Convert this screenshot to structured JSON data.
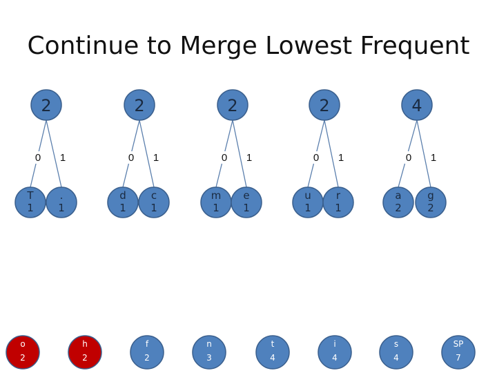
{
  "title": "Continue to Merge Lowest Frequent",
  "colors": {
    "node_fill": "#4f81bd",
    "node_stroke": "#3a5f8d",
    "highlight_fill": "#c00000",
    "edge": "#5b7fad"
  },
  "trees": [
    {
      "weight": "2",
      "left": {
        "symbol": "T",
        "freq": "1"
      },
      "right": {
        "symbol": ".",
        "freq": "1"
      },
      "left_bit": "0",
      "right_bit": "1"
    },
    {
      "weight": "2",
      "left": {
        "symbol": "d",
        "freq": "1"
      },
      "right": {
        "symbol": "c",
        "freq": "1"
      },
      "left_bit": "0",
      "right_bit": "1"
    },
    {
      "weight": "2",
      "left": {
        "symbol": "m",
        "freq": "1"
      },
      "right": {
        "symbol": "e",
        "freq": "1"
      },
      "left_bit": "0",
      "right_bit": "1"
    },
    {
      "weight": "2",
      "left": {
        "symbol": "u",
        "freq": "1"
      },
      "right": {
        "symbol": "r",
        "freq": "1"
      },
      "left_bit": "0",
      "right_bit": "1"
    },
    {
      "weight": "4",
      "left": {
        "symbol": "a",
        "freq": "2"
      },
      "right": {
        "symbol": "g",
        "freq": "2"
      },
      "left_bit": "0",
      "right_bit": "1"
    }
  ],
  "queue": [
    {
      "symbol": "o",
      "freq": "2",
      "highlight": true
    },
    {
      "symbol": "h",
      "freq": "2",
      "highlight": true
    },
    {
      "symbol": "f",
      "freq": "2",
      "highlight": false
    },
    {
      "symbol": "n",
      "freq": "3",
      "highlight": false
    },
    {
      "symbol": "t",
      "freq": "4",
      "highlight": false
    },
    {
      "symbol": "i",
      "freq": "4",
      "highlight": false
    },
    {
      "symbol": "s",
      "freq": "4",
      "highlight": false
    },
    {
      "symbol": "SP",
      "freq": "7",
      "highlight": false
    }
  ]
}
